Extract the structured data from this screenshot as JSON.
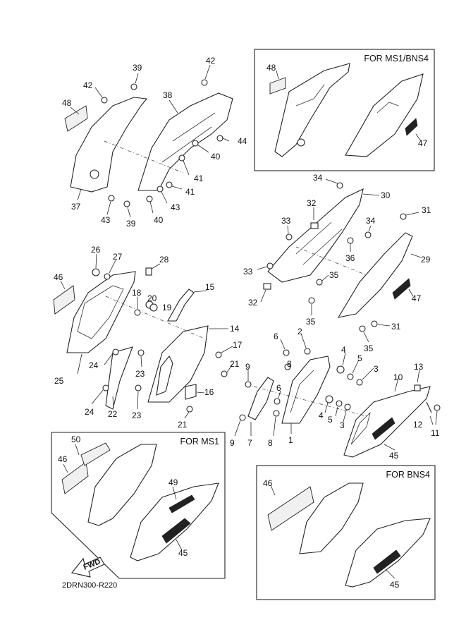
{
  "insets": [
    {
      "title": "FOR MS1/BNS4"
    },
    {
      "title": "FOR MS1"
    },
    {
      "title": "FOR BNS4"
    }
  ],
  "callouts": {
    "c1": "1",
    "c2": "2",
    "c3": "3",
    "c4": "4",
    "c5": "5",
    "c6": "6",
    "c7": "7",
    "c8": "8",
    "c9": "9",
    "c10": "10",
    "c11": "11",
    "c12": "12",
    "c13": "13",
    "c14": "14",
    "c15": "15",
    "c16": "16",
    "c17": "17",
    "c18": "18",
    "c19": "19",
    "c20": "20",
    "c21": "21",
    "c22": "22",
    "c23": "23",
    "c24": "24",
    "c25": "25",
    "c26": "26",
    "c27": "27",
    "c28": "28",
    "c29": "29",
    "c30": "30",
    "c31": "31",
    "c32": "32",
    "c33": "33",
    "c34": "34",
    "c35": "35",
    "c36": "36",
    "c37": "37",
    "c38": "38",
    "c39": "39",
    "c40": "40",
    "c41": "41",
    "c42": "42",
    "c43": "43",
    "c44": "44",
    "c45": "45",
    "c46": "46",
    "c47": "47",
    "c48": "48",
    "c49": "49",
    "c50": "50"
  },
  "fwd_label": "FWD",
  "diagram_code": "2DRN300-R220"
}
